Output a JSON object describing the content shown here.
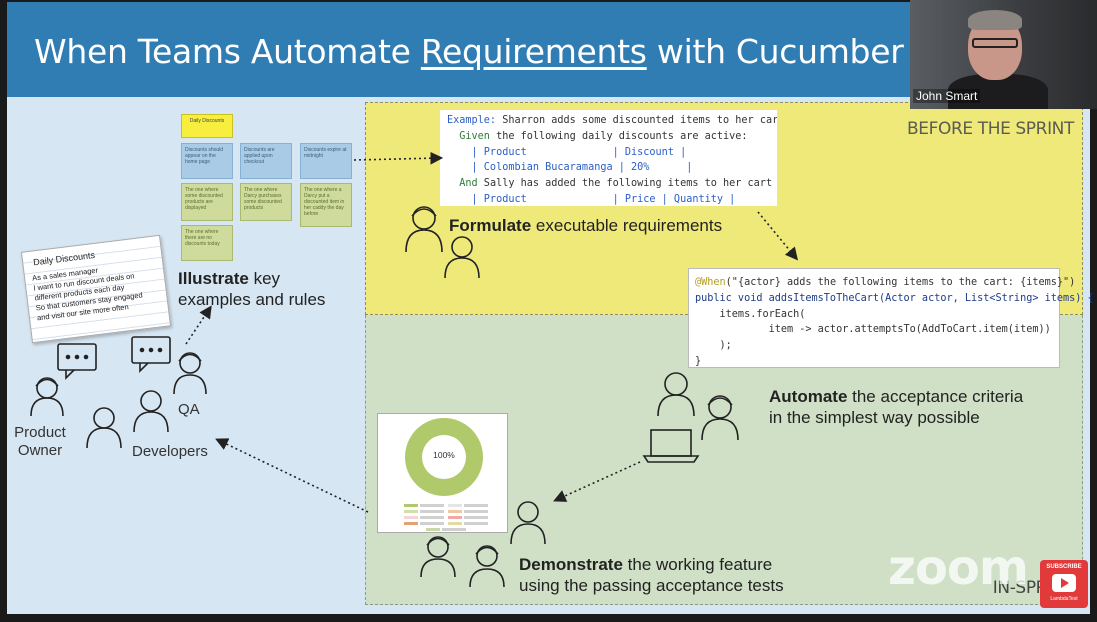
{
  "slide": {
    "title_before": "When Teams Automate ",
    "title_underlined": "Requirements",
    "title_after": " with Cucumber",
    "before_sprint_label": "BEFORE THE SPRINT",
    "in_sprint_label": "IN-SPRINT"
  },
  "gherkin": {
    "line1_kw": "Example:",
    "line1_text": " Sharron adds some discounted items to her cart",
    "line2_kw": "  Given",
    "line2_text": " the following daily discounts are active:",
    "line3": "    | Product              | Discount |",
    "line4": "    | Colombian Bucaramanga | 20%      |",
    "line5_kw": "  And",
    "line5_text": " Sally has added the following items to her cart",
    "line6": "    | Product              | Price | Quantity |"
  },
  "java": {
    "line1_ann": "@When",
    "line1_rest": "(\"{actor} adds the following items to the cart: {items}\")",
    "line2": "public void addsItemsToTheCart(Actor actor, List<String> items) {",
    "line3": "    items.forEach(",
    "line4": "            item -> actor.attemptsTo(AddToCart.item(item))",
    "line5": "    );",
    "line6": "}"
  },
  "captions": {
    "formulate_bold": "Formulate",
    "formulate_rest": " executable requirements",
    "illustrate_bold": "Illustrate",
    "illustrate_rest": " key",
    "illustrate_line2": "examples and rules",
    "automate_bold": "Automate",
    "automate_rest": " the acceptance criteria",
    "automate_line2": "in the simplest way possible",
    "demonstrate_bold": "Demonstrate",
    "demonstrate_rest": " the working feature",
    "demonstrate_line2": "using the passing acceptance tests"
  },
  "roles": {
    "product_owner_1": "Product",
    "product_owner_2": "Owner",
    "developers": "Developers",
    "qa": "QA"
  },
  "stickies": {
    "header": "Daily Discounts",
    "b1": "Discounts should appear on the home page",
    "b2": "Discounts are applied upon checkout",
    "b3": "Discounts expire at midnight",
    "g1": "The one where some discounted products are displayed",
    "g2": "The one where Darcy purchases some discounted products",
    "g3": "The one where a Darcy put a discounted item in her caddy the day before",
    "g4": "The one where there are no discounts today"
  },
  "paper": {
    "title": "Daily Discounts",
    "l1": "As a sales manager",
    "l2": "I want to run discount deals on",
    "l3": "different products each day",
    "l4": "So that customers stay engaged",
    "l5": "and visit our site more often"
  },
  "report": {
    "percent": "100%",
    "color_pass": "#b0c96a"
  },
  "video": {
    "participant_name": "John Smart"
  },
  "watermark": {
    "zoom": "zoom",
    "subscribe": "SUBSCRIBE",
    "brand": "LambdaTest"
  }
}
